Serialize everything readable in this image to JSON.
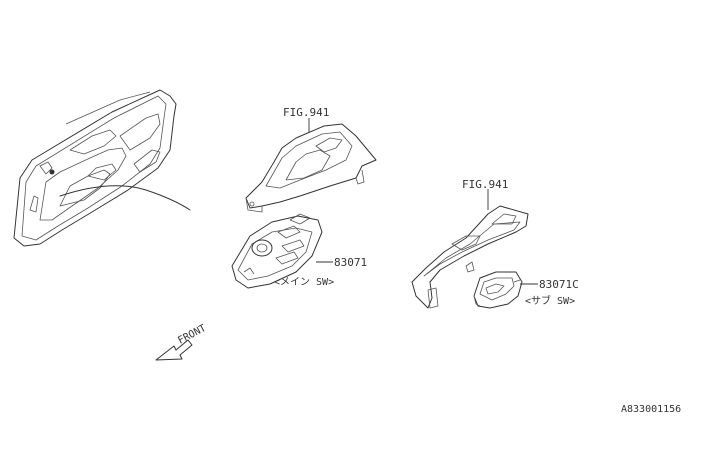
{
  "diagram": {
    "callouts": {
      "fig_center": "FIG.941",
      "fig_right": "FIG.941",
      "part_main": "83071",
      "part_main_desc": "<メイン SW>",
      "part_sub": "83071C",
      "part_sub_desc": "<サブ SW>",
      "front": "FRONT"
    },
    "drawing_number": "A833001156",
    "colors": {
      "line": "#333333",
      "background": "#ffffff"
    }
  }
}
